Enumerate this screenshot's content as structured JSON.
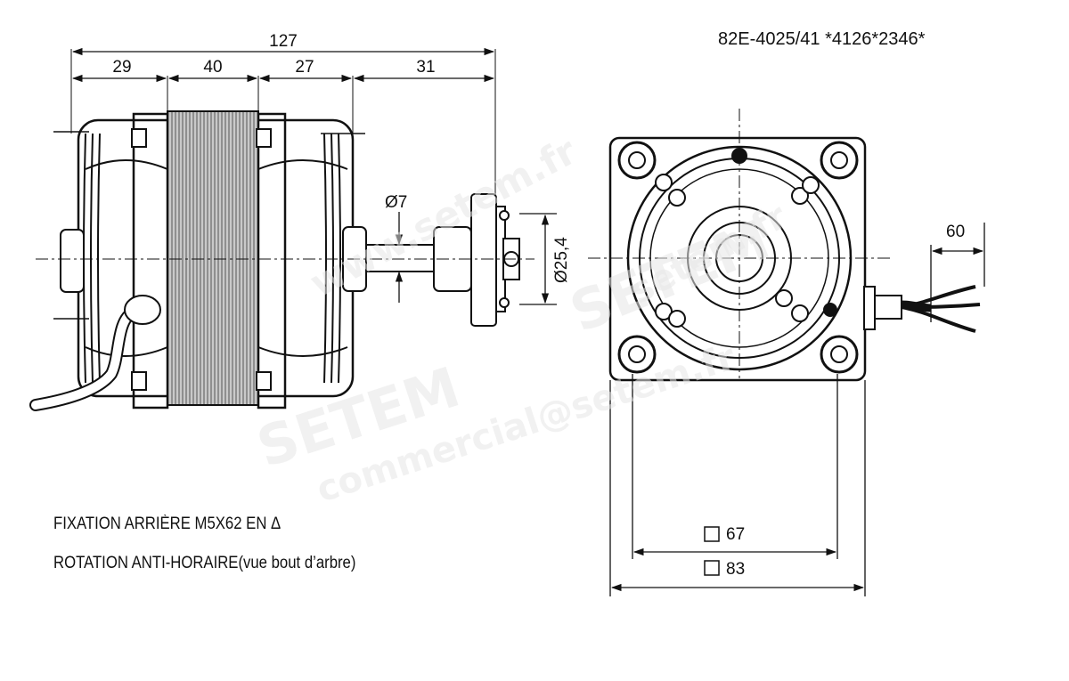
{
  "reference": "82E-4025/41 *4126*2346*",
  "dimensions": {
    "total_length": "127",
    "seg_1": "29",
    "seg_2": "40",
    "seg_3": "27",
    "seg_4": "31",
    "shaft_diameter": "Ø7",
    "hub_diameter": "Ø25,4",
    "cable_exit": "60",
    "bolt_spacing": "67",
    "square_size": "83"
  },
  "notes": {
    "mounting": "FIXATION ARRIÈRE M5X62 EN Δ",
    "rotation": "ROTATION ANTI-HORAIRE(vue bout d’arbre)"
  },
  "watermarks": {
    "site_1": "www.setem.fr",
    "brand_1": "SETEM",
    "brand_2": "SETEM",
    "site_2": "setem.fr",
    "email": "commercial@setem.fr"
  }
}
